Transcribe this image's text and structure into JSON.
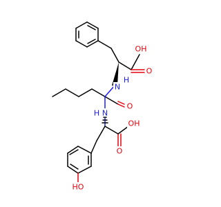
{
  "molecule": {
    "atom_labels": {
      "cooh_top_oh": "OH",
      "cooh_top_o": "O",
      "amine_nh": "H",
      "amine_n": "N",
      "amide_n": "N",
      "amide_h": "H",
      "amide_o": "O",
      "cooh_bottom_oh": "OH",
      "cooh_bottom_o": "O",
      "phenol_ho": "HO"
    },
    "colors": {
      "bond": "#000000",
      "oxygen": "#e8000b",
      "nitrogen": "#1a1aff"
    }
  }
}
